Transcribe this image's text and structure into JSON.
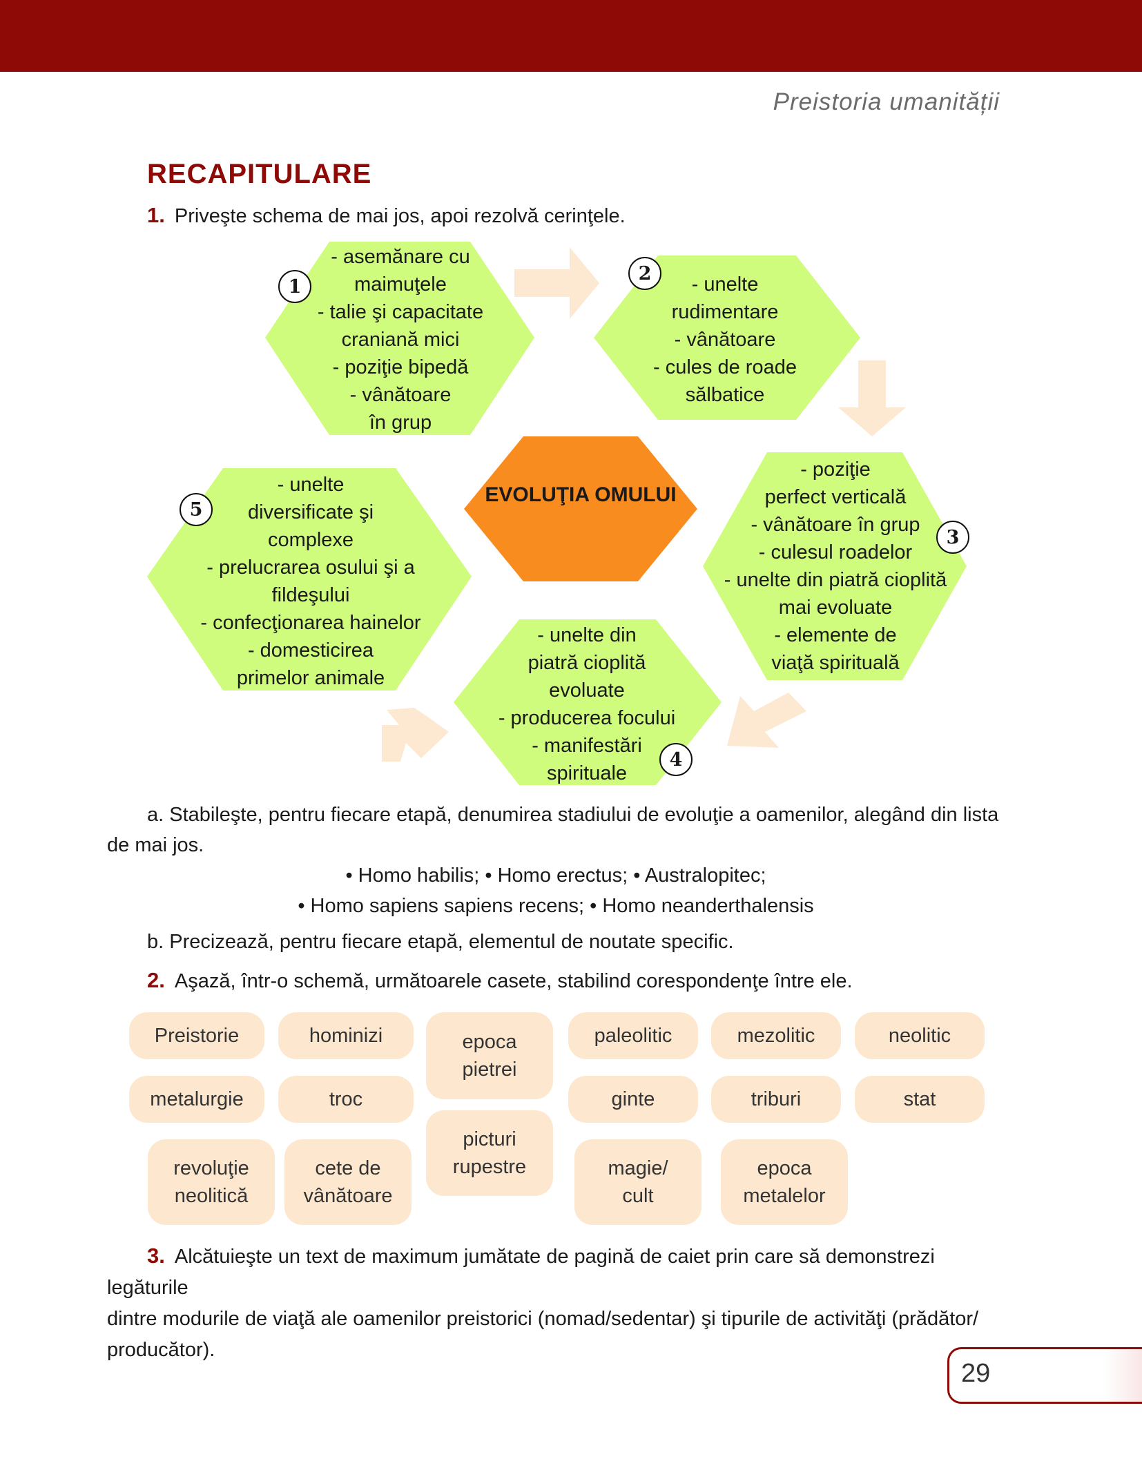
{
  "header": {
    "running_title": "Preistoria umanității"
  },
  "heading": "RECAPITULARE",
  "task1": {
    "number": "1.",
    "text": "Priveşte schema de mai jos, apoi rezolvă cerinţele."
  },
  "diagram": {
    "center": "EVOLUŢIA OMULUI",
    "stages": [
      {
        "badge": "1",
        "lines": [
          "- asemănare cu",
          "maimuţele",
          "- talie şi capacitate",
          "craniană mici",
          "- poziţie bipedă",
          "- vânătoare",
          "în grup"
        ]
      },
      {
        "badge": "2",
        "lines": [
          "- unelte",
          "rudimentare",
          "- vânătoare",
          "- cules de roade",
          "sălbatice"
        ]
      },
      {
        "badge": "3",
        "lines": [
          "- poziţie",
          "perfect verticală",
          "- vânătoare în grup",
          "- culesul roadelor",
          "- unelte din piatră cioplită",
          "mai evoluate",
          "- elemente de",
          "viaţă spirituală"
        ]
      },
      {
        "badge": "4",
        "lines": [
          "- unelte din",
          "piatră cioplită",
          "evoluate",
          "- producerea focului",
          "- manifestări",
          "spirituale"
        ]
      },
      {
        "badge": "5",
        "lines": [
          "- unelte",
          "diversificate şi",
          "complexe",
          "- prelucrarea osului şi a",
          "fildeşului",
          "- confecţionarea hainelor",
          "- domesticirea",
          "primelor animale"
        ]
      }
    ],
    "colors": {
      "stage_fill": "#cffc7c",
      "center_fill": "#f98c1f",
      "arrow_fill": "#fde8d2"
    }
  },
  "task1a": {
    "line1": "a. Stabileşte, pentru fiecare etapă, denumirea stadiului de evoluţie a oamenilor, alegând din lista",
    "line2": "de mai jos.",
    "options1": "• Homo habilis; • Homo erectus; • Australopitec;",
    "options2": "• Homo sapiens sapiens recens; • Homo neanderthalensis"
  },
  "task1b": "b. Precizează, pentru fiecare etapă, elementul de noutate specific.",
  "task2": {
    "number": "2.",
    "text": "Aşază, într-o schemă, următoarele casete, stabilind corespondenţe între ele.",
    "boxes": [
      "Preistorie",
      "hominizi",
      "epoca pietrei",
      "paleolitic",
      "mezolitic",
      "neolitic",
      "metalurgie",
      "troc",
      "ginte",
      "triburi",
      "stat",
      "picturi rupestre",
      "revoluţie neolitică",
      "cete de vânătoare",
      "magie/ cult",
      "epoca metalelor"
    ]
  },
  "task3": {
    "number": "3.",
    "line1": "Alcătuieşte un text de maximum jumătate de pagină de caiet prin care să demonstrezi legăturile",
    "line2": "dintre modurile de viaţă ale oamenilor preistorici (nomad/sedentar) şi tipurile de activităţi (prădător/",
    "line3": "producător)."
  },
  "page_number": "29",
  "colors": {
    "accent": "#8e0a06",
    "box_fill": "#fde8cf"
  }
}
